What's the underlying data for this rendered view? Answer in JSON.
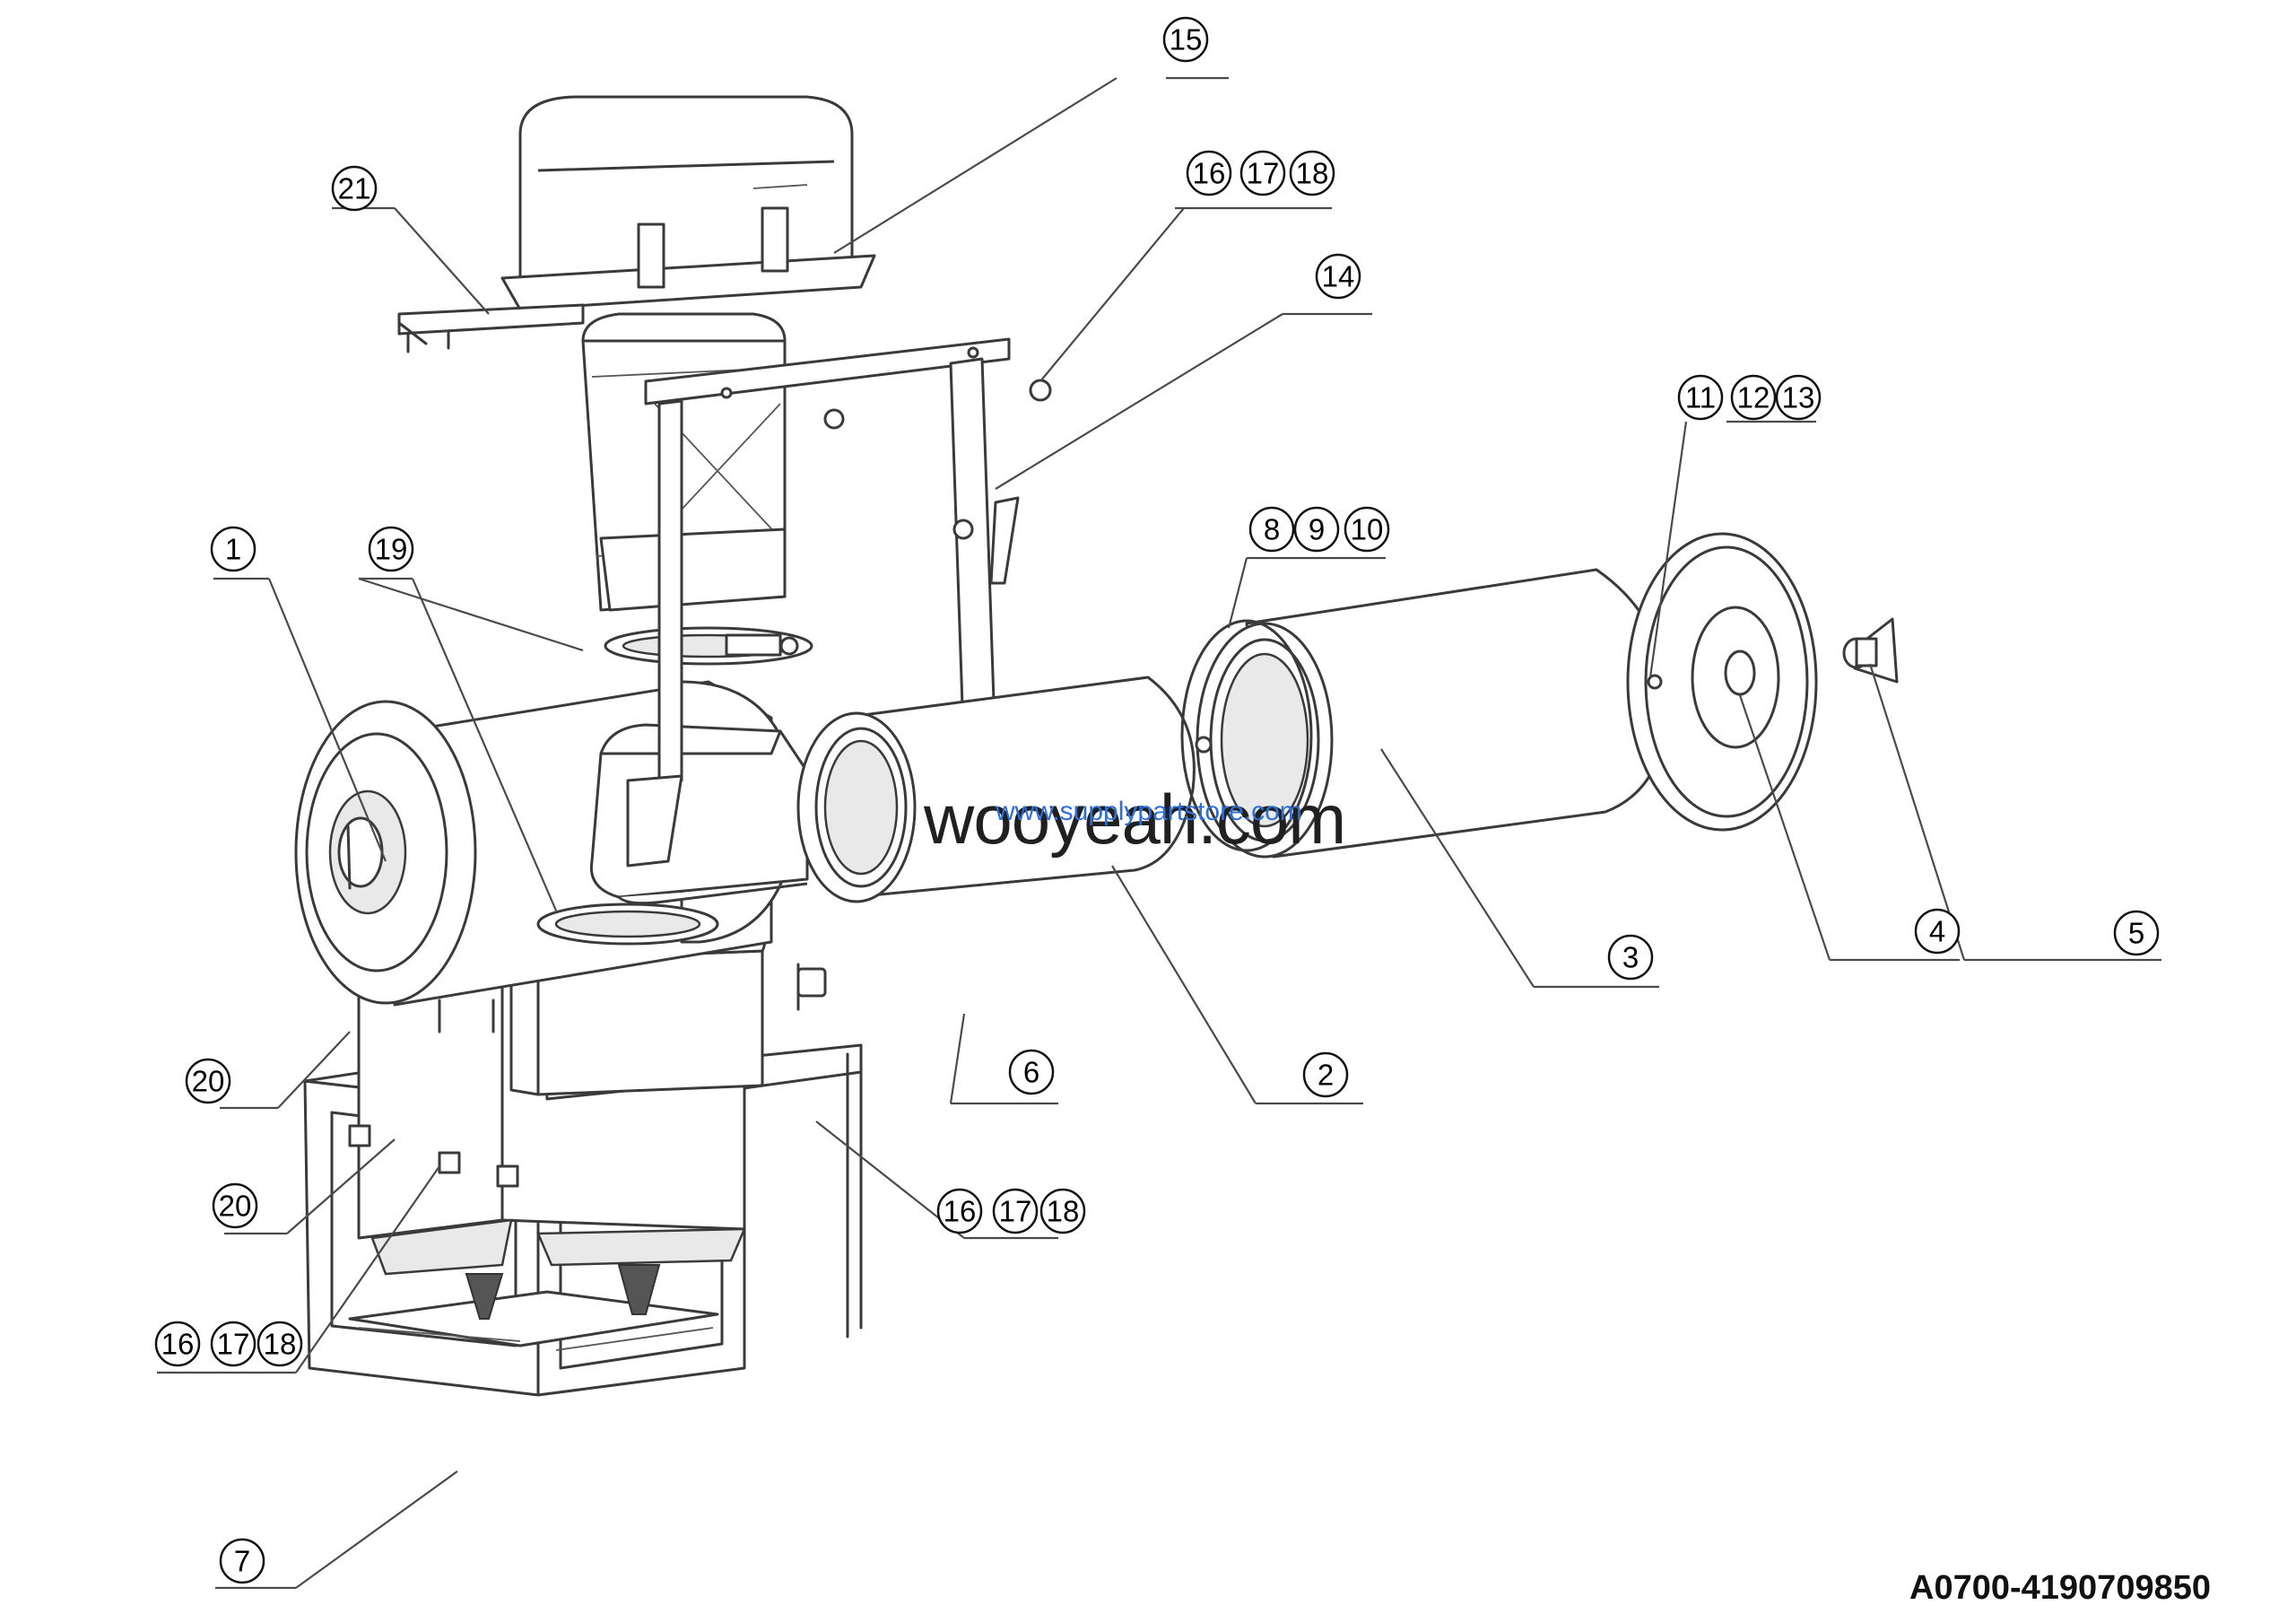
{
  "figure": {
    "code": "A0700-4190709850",
    "watermark_main": "wooyeah.com",
    "watermark_sub": "www.supplypartstore.com"
  },
  "callouts": {
    "c1": "1",
    "c2": "2",
    "c3": "3",
    "c4": "4",
    "c5": "5",
    "c6": "6",
    "c7": "7",
    "c8": "8",
    "c9": "9",
    "c10": "10",
    "c11": "11",
    "c12": "12",
    "c13": "13",
    "c14": "14",
    "c15": "15",
    "c16a": "16",
    "c17a": "17",
    "c18a": "18",
    "c16b": "16",
    "c17b": "17",
    "c18b": "18",
    "c16c": "16",
    "c17c": "17",
    "c18c": "18",
    "c19": "19",
    "c20a": "20",
    "c20b": "20",
    "c21": "21"
  }
}
